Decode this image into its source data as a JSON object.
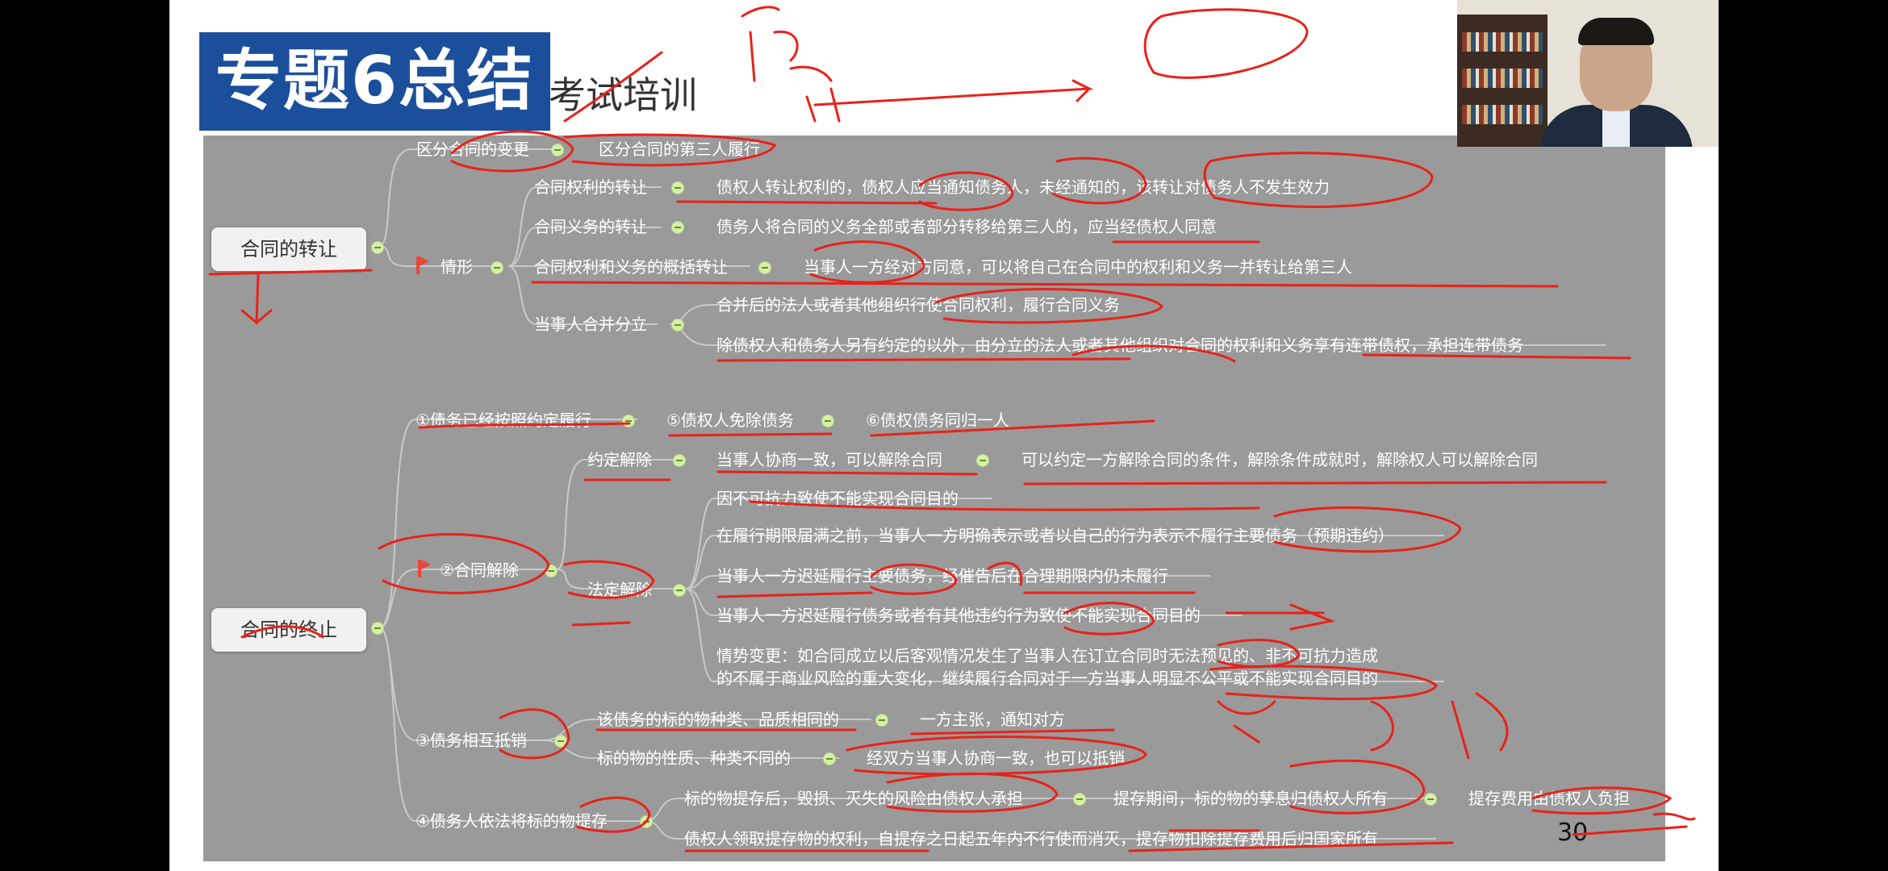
{
  "slide": {
    "title_banner": "专题6总结",
    "subtitle": "考试培训",
    "page_number": "30"
  },
  "mindmap": {
    "transfer": {
      "root": "合同的转让",
      "distinguish_change": "区分合同的变更",
      "distinguish_third": "区分合同的第三人履行",
      "situations": "情形",
      "rights_transfer": "合同权利的转让",
      "rights_transfer_desc": "债权人转让权利的，债权人应当通知债务人，未经通知的，该转让对债务人不发生效力",
      "duty_transfer": "合同义务的转让",
      "duty_transfer_desc": "债务人将合同的义务全部或者部分转移给第三人的，应当经债权人同意",
      "general_transfer": "合同权利和义务的概括转让",
      "general_transfer_desc": "当事人一方经对方同意，可以将自己在合同中的权利和义务一并转让给第三人",
      "merger_split": "当事人合并分立",
      "merger_desc": "合并后的法人或者其他组织行使合同权利，履行合同义务",
      "split_desc": "除债权人和债务人另有约定的以外，由分立的法人或者其他组织对合同的权利和义务享有连带债权，承担连带债务"
    },
    "termination": {
      "root": "合同的终止",
      "t1": "①债务已经按照约定履行",
      "t5": "⑤债权人免除债务",
      "t6": "⑥债权债务同归一人",
      "rescission": "②合同解除",
      "agreed": "约定解除",
      "agreed_a": "当事人协商一致，可以解除合同",
      "agreed_b": "可以约定一方解除合同的条件，解除条件成就时，解除权人可以解除合同",
      "statutory": "法定解除",
      "s1": "因不可抗力致使不能实现合同目的",
      "s2": "在履行期限届满之前，当事人一方明确表示或者以自己的行为表示不履行主要债务（预期违约）",
      "s3": "当事人一方迟延履行主要债务，经催告后在合理期限内仍未履行",
      "s4": "当事人一方迟延履行债务或者有其他违约行为致使不能实现合同目的",
      "s5_line1": "情势变更：如合同成立以后客观情况发生了当事人在订立合同时无法预见的、非不可抗力造成",
      "s5_line2": "的不属于商业风险的重大变化，继续履行合同对于一方当事人明显不公平或不能实现合同目的",
      "setoff": "③债务相互抵销",
      "setoff_a": "该债务的标的物种类、品质相同的",
      "setoff_a2": "一方主张，通知对方",
      "setoff_b": "标的物的性质、种类不同的",
      "setoff_b2": "经双方当事人协商一致，也可以抵销",
      "deposit": "④债务人依法将标的物提存",
      "deposit_a": "标的物提存后，毁损、灭失的风险由债权人承担",
      "deposit_a2": "提存期间，标的物的孳息归债权人所有",
      "deposit_a3": "提存费用由债权人负担",
      "deposit_b": "债权人领取提存物的权利，自提存之日起五年内不行使而消灭，提存物扣除提存费用后归国家所有"
    }
  },
  "colors": {
    "banner": "#1b4f9c",
    "panel": "#9a9a9a",
    "ink": "#e8221a",
    "node_dot": "#d6f0a6"
  },
  "icons": {
    "flag": "flag-icon",
    "collapse_dot": "collapse-dot-icon"
  }
}
